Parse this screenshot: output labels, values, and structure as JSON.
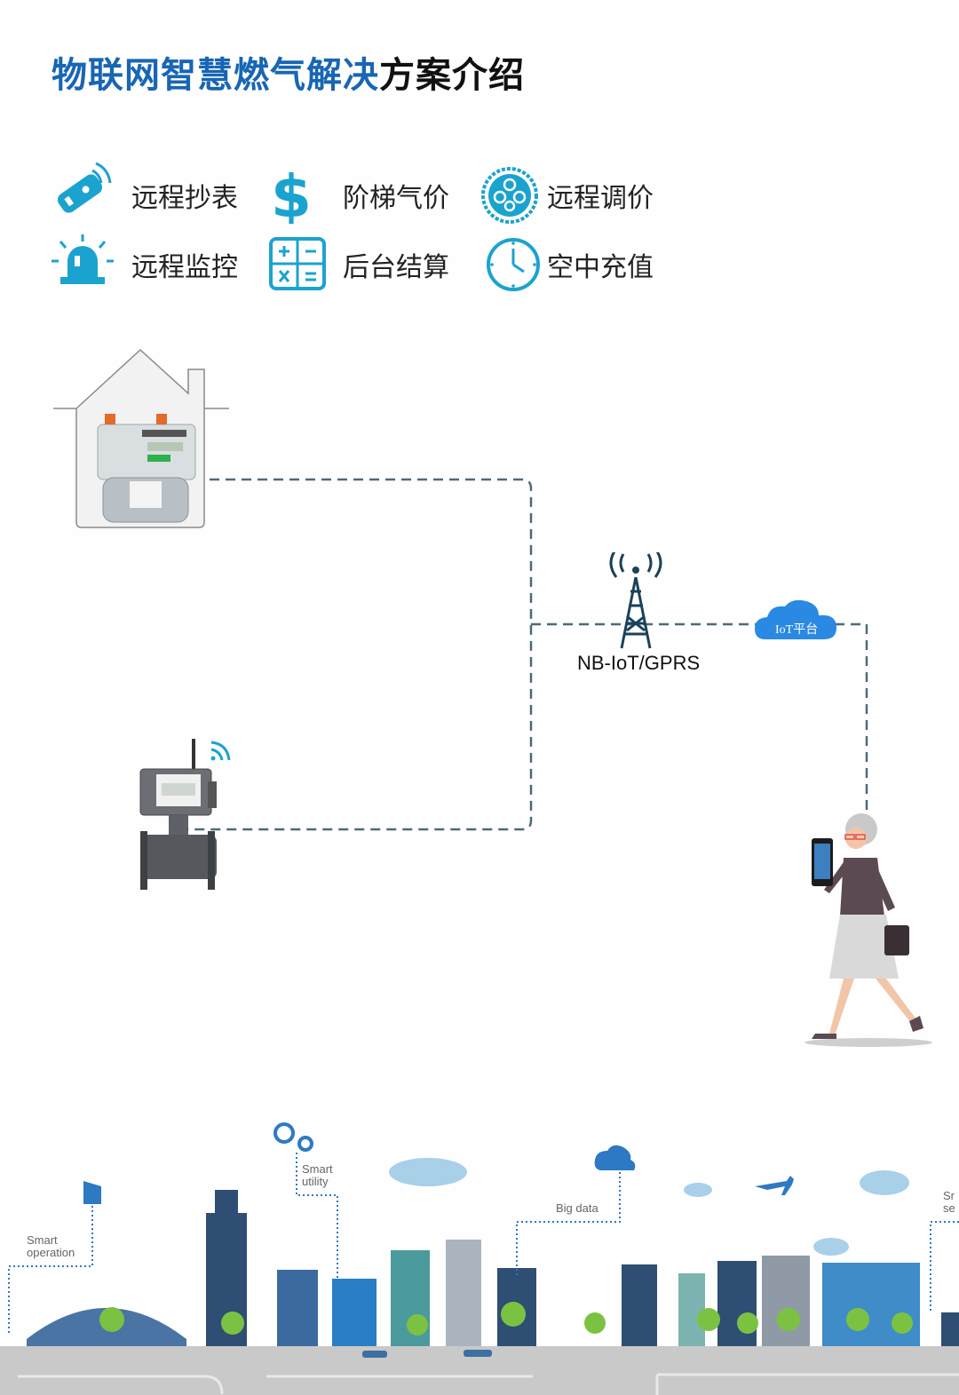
{
  "title": {
    "part1": "物联网智慧燃气解决",
    "part2": "方案介绍"
  },
  "features": [
    {
      "label": "远程抄表",
      "icon": "remote-key-icon"
    },
    {
      "label": "阶梯气价",
      "icon": "dollar-icon"
    },
    {
      "label": "远程调价",
      "icon": "gear-circle-icon"
    },
    {
      "label": "远程监控",
      "icon": "alarm-light-icon"
    },
    {
      "label": "后台结算",
      "icon": "calculator-icon"
    },
    {
      "label": "空中充值",
      "icon": "clock-icon"
    }
  ],
  "network": {
    "tower_label": "NB-IoT/GPRS",
    "cloud_label": "IoT平台"
  },
  "city": {
    "labels": {
      "smart_operation_1": "Smart",
      "smart_operation_2": "operation",
      "smart_utility_1": "Smart",
      "smart_utility_2": "utility",
      "big_data": "Big data",
      "cut_1": "Sr",
      "cut_2": "se"
    }
  },
  "colors": {
    "accent": "#1ba3cf",
    "title_blue": "#1866b4",
    "dash": "#4a6b7a"
  }
}
